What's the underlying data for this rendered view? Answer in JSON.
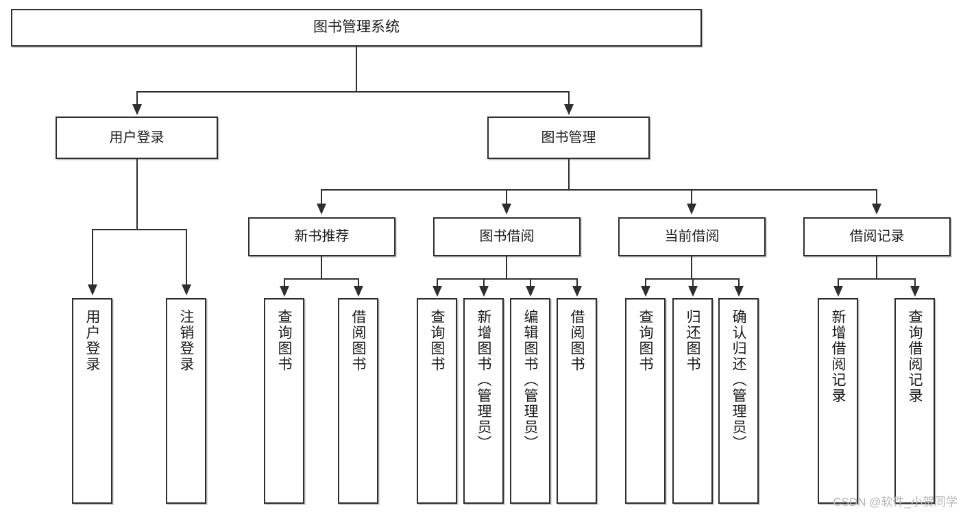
{
  "diagram": {
    "title": "图书管理系统",
    "watermark": "CSDN @软件_小贺同学",
    "root": {
      "label": "图书管理系统"
    },
    "level2": [
      {
        "label": "用户登录"
      },
      {
        "label": "图书管理"
      }
    ],
    "level3": [
      {
        "label": "新书推荐"
      },
      {
        "label": "图书借阅"
      },
      {
        "label": "当前借阅"
      },
      {
        "label": "借阅记录"
      }
    ],
    "leaves": {
      "user_login": [
        {
          "label": "用户登录"
        },
        {
          "label": "注销登录"
        }
      ],
      "new_book": [
        {
          "label": "查询图书"
        },
        {
          "label": "借阅图书"
        }
      ],
      "book_borrow": [
        {
          "label": "查询图书"
        },
        {
          "label": "新增图书（管理员）"
        },
        {
          "label": "编辑图书（管理员）"
        },
        {
          "label": "借阅图书"
        }
      ],
      "current_borrow": [
        {
          "label": "查询图书"
        },
        {
          "label": "归还图书"
        },
        {
          "label": "确认归还（管理员）"
        }
      ],
      "borrow_record": [
        {
          "label": "新增借阅记录"
        },
        {
          "label": "查询借阅记录"
        }
      ]
    }
  },
  "colors": {
    "stroke": "#2e2e2e",
    "fill": "#ffffff",
    "shadow": "#b8b8b8",
    "text": "#1a1a1a",
    "watermark": "#b5b5b5"
  }
}
